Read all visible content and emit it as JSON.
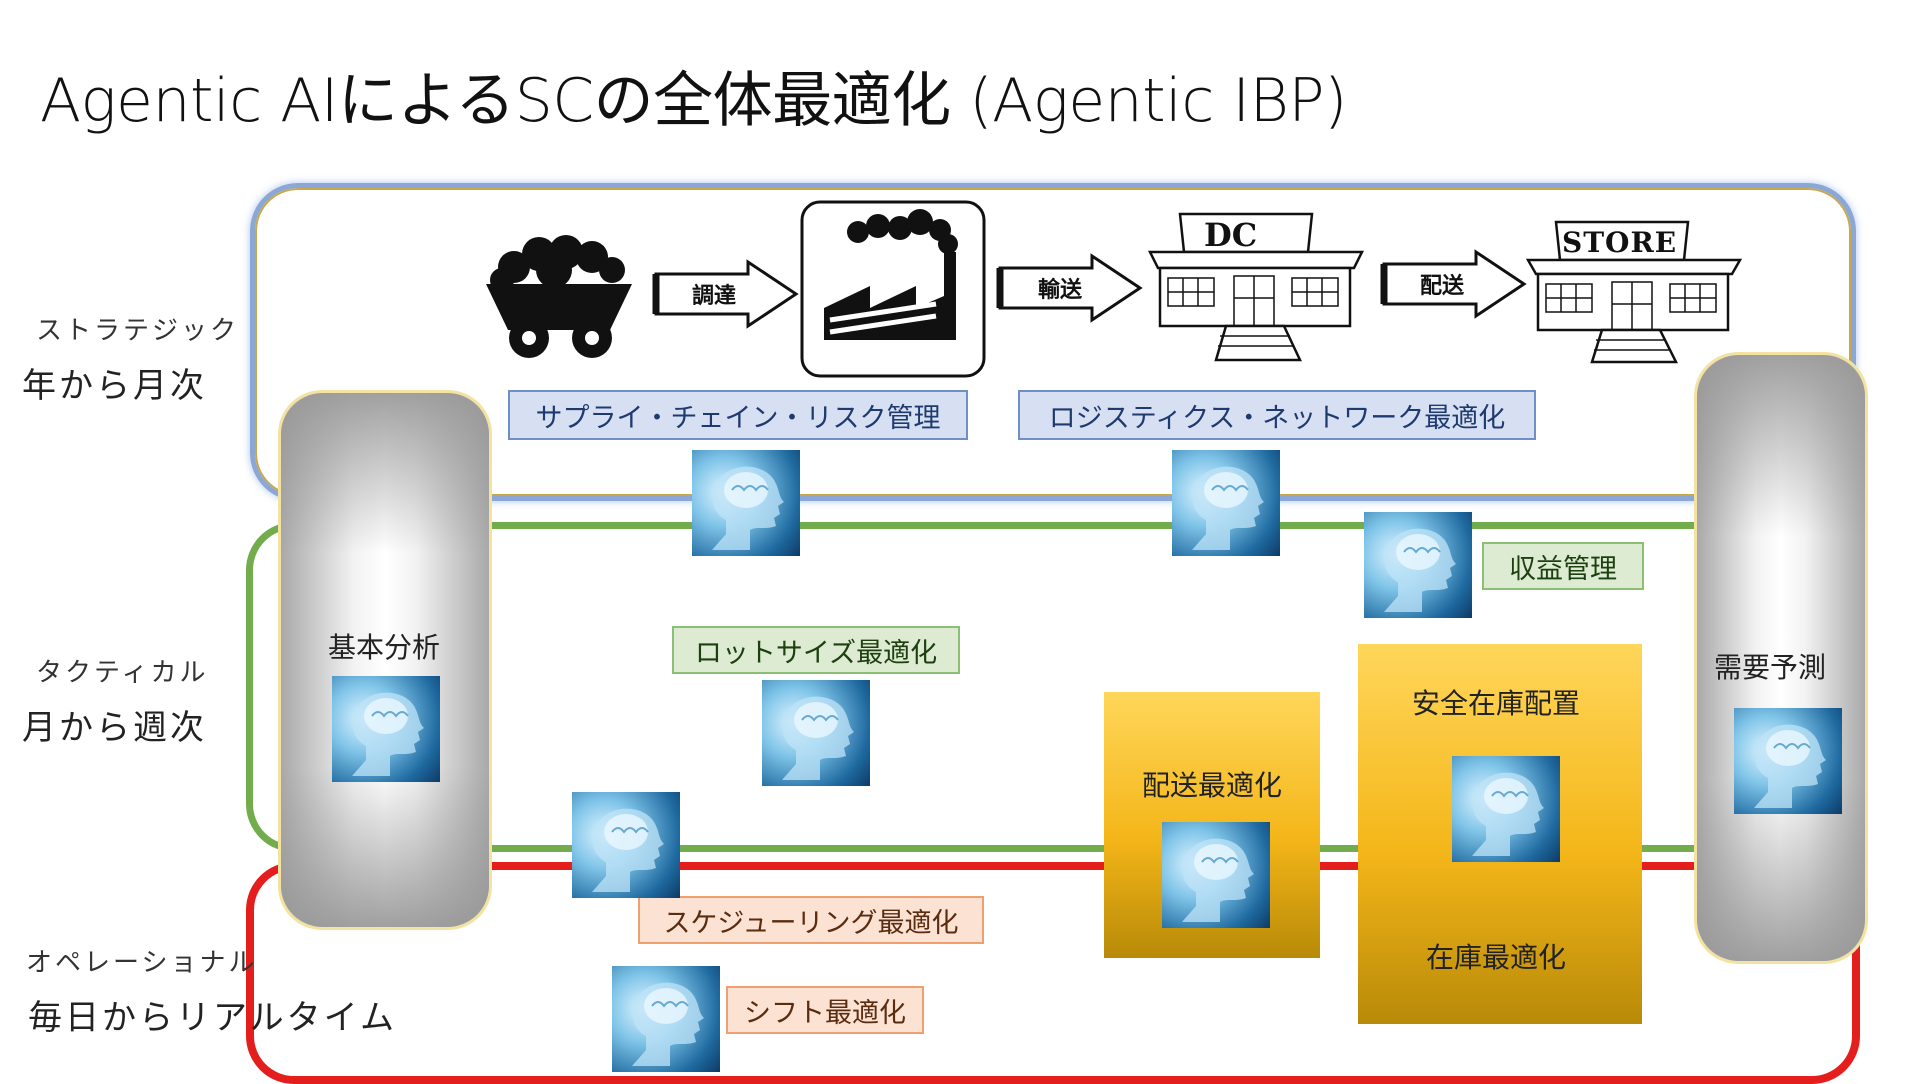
{
  "title": "Agentic AIによるSCの全体最適化 (Agentic IBP)",
  "tiers": {
    "strategic": {
      "label": "ストラテジック",
      "range": "年から月次"
    },
    "tactical": {
      "label": "タクティカル",
      "range": "月から週次"
    },
    "operational": {
      "label": "オペレーショナル",
      "range": "毎日からリアルタイム"
    }
  },
  "flow": {
    "procurement": "調達",
    "transport": "輸送",
    "delivery": "配送",
    "dc_sign": "DC",
    "store_sign": "STORE"
  },
  "pillars": {
    "basic_analysis": "基本分析",
    "demand_forecast": "需要予測"
  },
  "labels": {
    "supply_chain_risk": "サプライ・チェイン・リスク管理",
    "logistics_network": "ロジスティクス・ネットワーク最適化",
    "revenue_management": "収益管理",
    "lot_size": "ロットサイズ最適化",
    "scheduling": "スケジューリング最適化",
    "shift": "シフト最適化",
    "delivery_opt": "配送最適化",
    "safety_stock": "安全在庫配置",
    "inventory_opt": "在庫最適化"
  },
  "colors": {
    "strategic_band": "#8aa7d6",
    "tactical_band": "#72ac4d",
    "operational_band": "#e41d1d",
    "gold": "#f4b619"
  }
}
